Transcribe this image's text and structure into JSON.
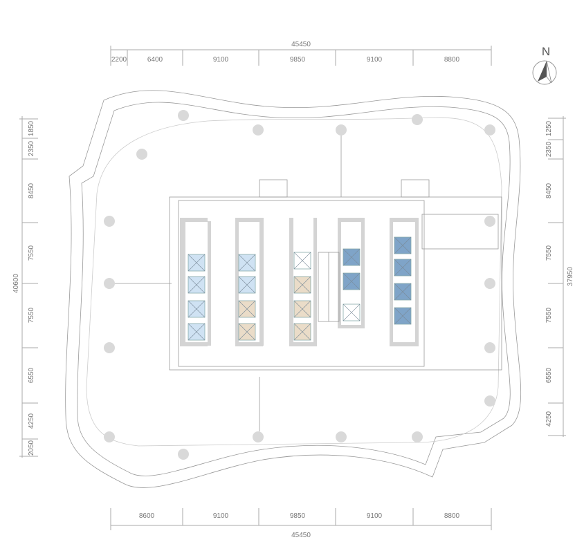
{
  "title": "Typical office floor plan",
  "north_label": "N",
  "dimensions": {
    "top_total": "45450",
    "top": [
      "2200",
      "6400",
      "9100",
      "9850",
      "9100",
      "8800"
    ],
    "bottom_total": "45450",
    "bottom": [
      "8600",
      "9100",
      "9850",
      "9100",
      "8800"
    ],
    "left_total": "40600",
    "left": [
      "1850",
      "2350",
      "8450",
      "7550",
      "7550",
      "6550",
      "4250",
      "2050"
    ],
    "right_total": "37950",
    "right": [
      "1250",
      "2350",
      "8450",
      "7550",
      "7550",
      "6550",
      "4250"
    ]
  },
  "colors": {
    "elevator_light_blue": "#cfe2f3",
    "elevator_dark_blue": "#7fa4c8",
    "elevator_beige": "#eadcc8",
    "core_wall": "#d4d4d4",
    "column": "#d9d9d9"
  }
}
